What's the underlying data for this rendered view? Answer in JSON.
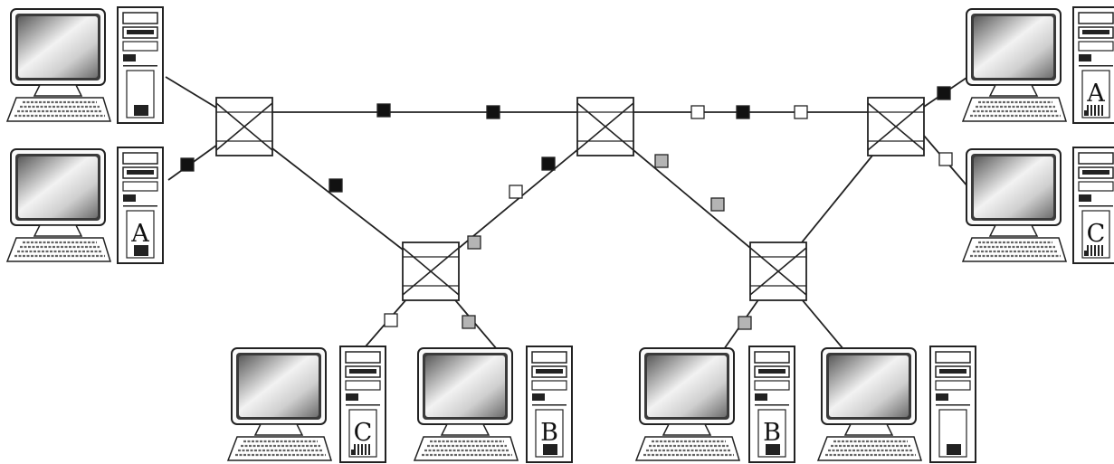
{
  "diagram": {
    "colors": {
      "line": "#222222",
      "packet_black": "#111111",
      "packet_white": "#ffffff",
      "packet_gray": "#b4b4b4"
    },
    "switches": [
      {
        "id": "sw-top-left"
      },
      {
        "id": "sw-top-middle"
      },
      {
        "id": "sw-top-right"
      },
      {
        "id": "sw-bottom-left"
      },
      {
        "id": "sw-bottom-right"
      }
    ],
    "computers": [
      {
        "id": "pc-top-left-1",
        "label": "",
        "tower_detail": "drive"
      },
      {
        "id": "pc-top-left-2",
        "label": "A",
        "tower_detail": "drive"
      },
      {
        "id": "pc-top-right-1",
        "label": "A",
        "tower_detail": "vents"
      },
      {
        "id": "pc-top-right-2",
        "label": "C",
        "tower_detail": "vents"
      },
      {
        "id": "pc-bottom-1",
        "label": "C",
        "tower_detail": "vents"
      },
      {
        "id": "pc-bottom-2",
        "label": "B",
        "tower_detail": "drive"
      },
      {
        "id": "pc-bottom-3",
        "label": "B",
        "tower_detail": "drive"
      },
      {
        "id": "pc-bottom-4",
        "label": "",
        "tower_detail": "drive"
      }
    ],
    "packets": [
      {
        "link": "link-sw-tl-to-sw-tm",
        "color": "black"
      },
      {
        "link": "link-sw-tl-to-sw-tm",
        "color": "black"
      },
      {
        "link": "link-sw-tm-to-sw-tr",
        "color": "white"
      },
      {
        "link": "link-sw-tm-to-sw-tr",
        "color": "black"
      },
      {
        "link": "link-sw-tm-to-sw-tr",
        "color": "white"
      },
      {
        "link": "link-pc-a-to-sw-tl",
        "color": "black"
      },
      {
        "link": "link-sw-tl-to-sw-bl",
        "color": "black"
      },
      {
        "link": "link-sw-bl-to-sw-tm",
        "color": "gray"
      },
      {
        "link": "link-sw-bl-to-sw-tm",
        "color": "white"
      },
      {
        "link": "link-sw-bl-to-sw-tm",
        "color": "black"
      },
      {
        "link": "link-sw-tm-to-sw-br",
        "color": "gray"
      },
      {
        "link": "link-sw-tm-to-sw-br",
        "color": "gray"
      },
      {
        "link": "link-sw-tr-to-pc-a",
        "color": "black"
      },
      {
        "link": "link-sw-tr-to-pc-c",
        "color": "white"
      },
      {
        "link": "link-sw-bl-to-pc-c",
        "color": "white"
      },
      {
        "link": "link-sw-bl-to-pc-b",
        "color": "gray"
      },
      {
        "link": "link-sw-br-to-pc-b",
        "color": "gray"
      }
    ]
  }
}
